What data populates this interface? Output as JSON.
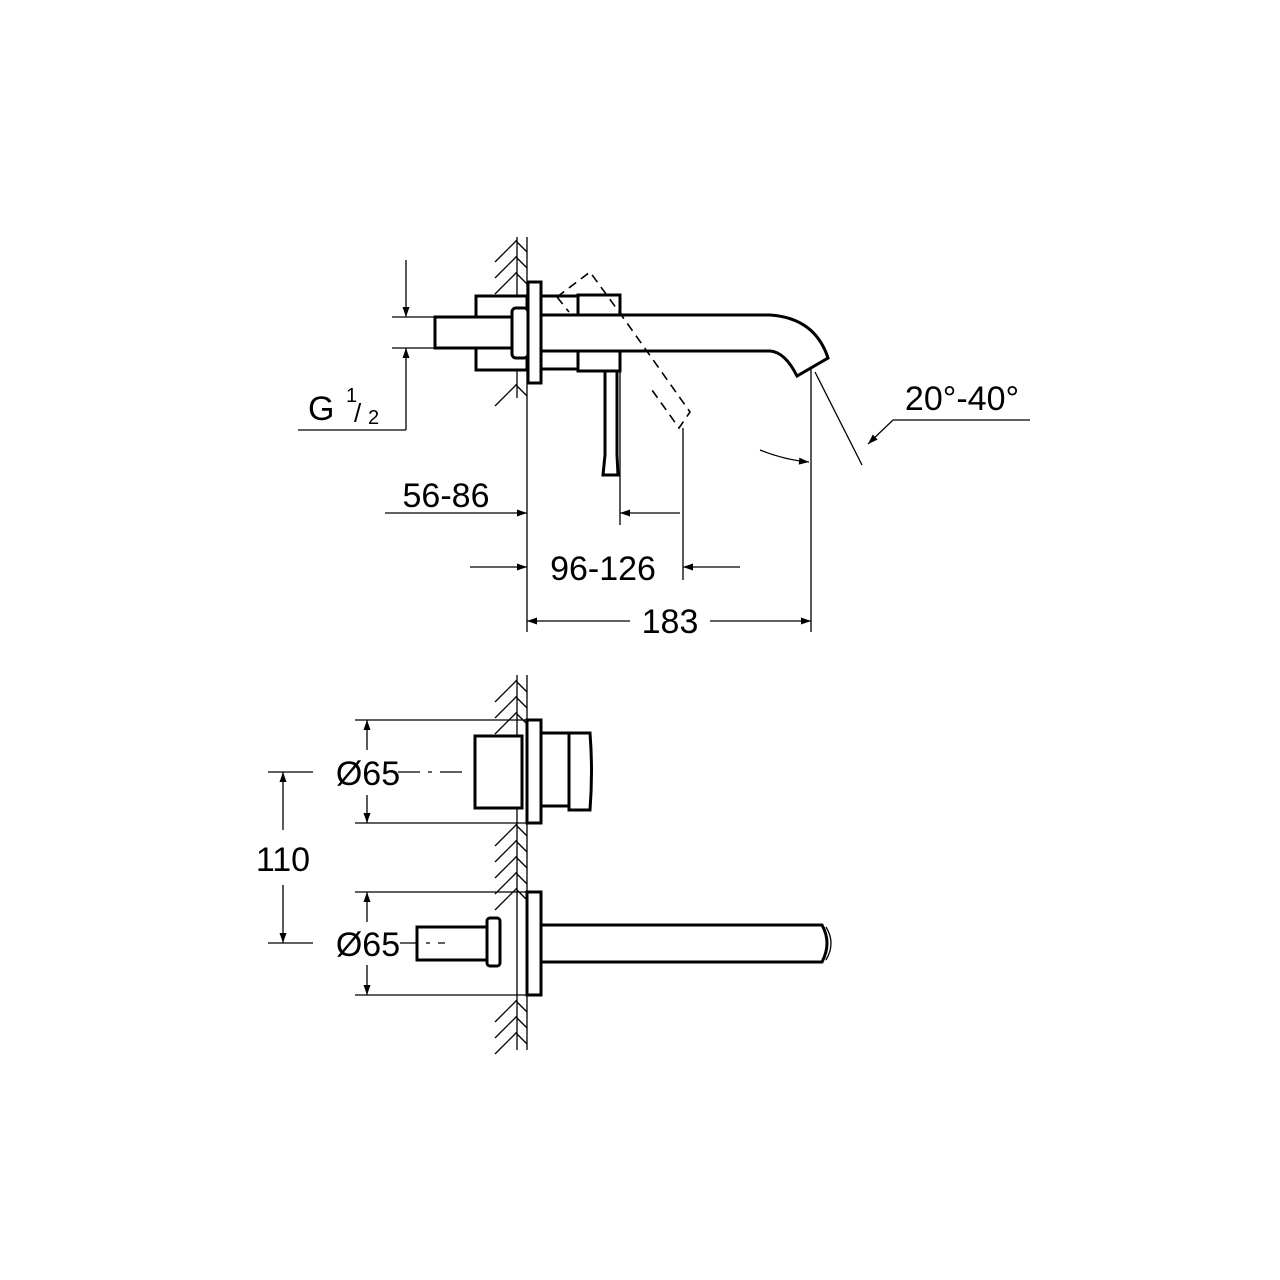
{
  "title": "Wall-mounted basin mixer dimension drawing",
  "side_view": {
    "thread_label": "G",
    "thread_num": "1",
    "thread_den": "2",
    "dim_wall_depth": "56-86",
    "dim_lever_reach": "96-126",
    "dim_spout_projection": "183",
    "dim_spout_angle": "20°-40°"
  },
  "front_view": {
    "dim_lever_plate_diameter": "Ø65",
    "dim_spout_plate_diameter": "Ø65",
    "dim_center_distance": "110"
  }
}
